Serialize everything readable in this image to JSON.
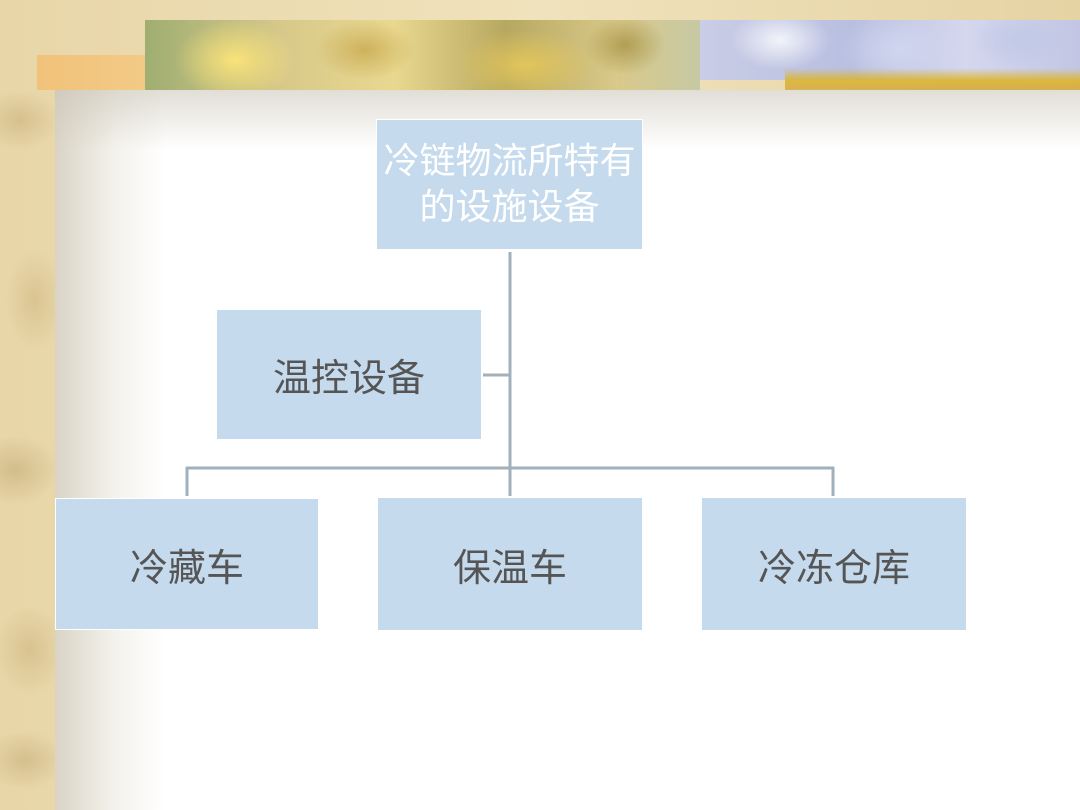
{
  "diagram": {
    "root": {
      "label": "冷链物流所特有的设施设备"
    },
    "assistant": {
      "label": "温控设备"
    },
    "children": [
      {
        "label": "冷藏车"
      },
      {
        "label": "保温车"
      },
      {
        "label": "冷冻仓库"
      }
    ]
  },
  "colors": {
    "node_fill": "#c6daed",
    "connector": "#a0b0bc",
    "root_text": "#ffffff",
    "node_text": "#555555"
  }
}
